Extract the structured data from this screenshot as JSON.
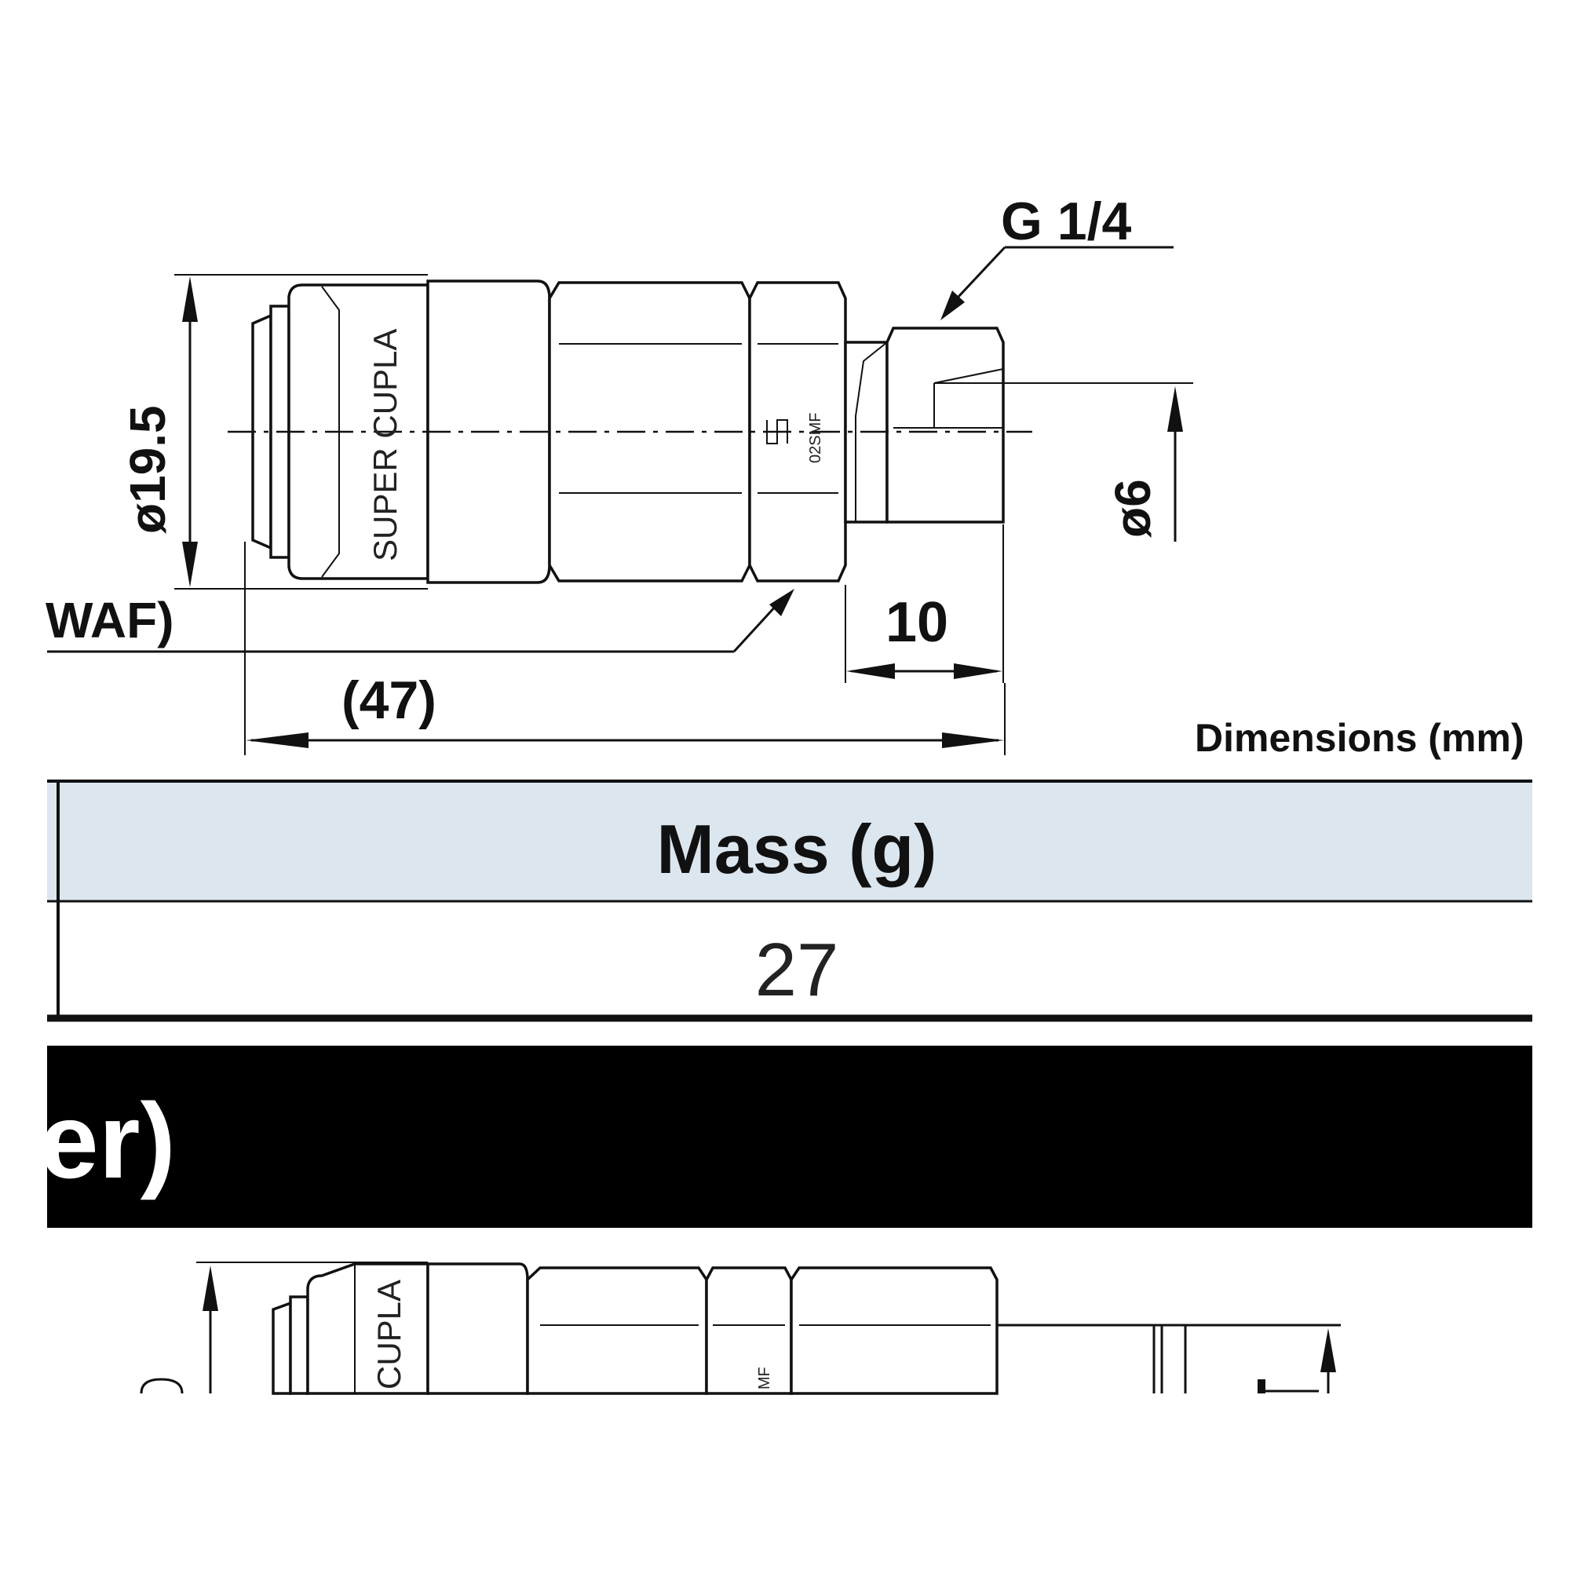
{
  "drawing_top": {
    "thread_label": "G 1/4",
    "diameter_left": "ø19.5",
    "diameter_right": "ø6",
    "waf_label": "WAF)",
    "length_label": "10",
    "overall_label": "(47)",
    "brand_text": "SUPER CUPLA",
    "part_marking": "02SMF"
  },
  "units_note": "Dimensions (mm)",
  "mass_table": {
    "header": "Mass (g)",
    "value": "27",
    "header_bg": "#dce6ee"
  },
  "section_banner": {
    "text": "er)",
    "bg": "#000000",
    "fg": "#ffffff"
  },
  "drawing_bottom": {
    "brand_text": "CUPLA",
    "part_marking": "MF"
  }
}
